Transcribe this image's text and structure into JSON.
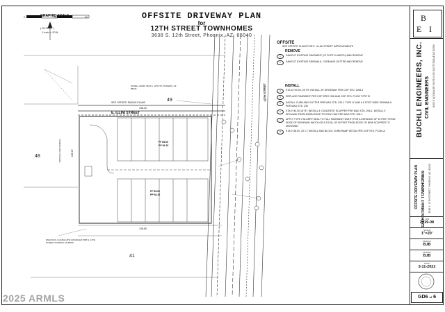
{
  "title": {
    "main": "OFFSITE DRIVEWAY PLAN",
    "for": "for",
    "project": "12TH STREET TOWNHOMES",
    "address": "3638 S. 12th Street, Phoenix, AZ, 85040"
  },
  "scale_bar": {
    "label": "GRAPHIC SCALE",
    "ticks": [
      "0",
      "10",
      "20",
      "40",
      "60"
    ],
    "units": "( IN FEET )",
    "ratio": "1 inch = 20 ft."
  },
  "plan": {
    "street_name": "E. ILLINI STREET",
    "lot_north": "49",
    "lot_west": "48",
    "lot_south": "41",
    "ff_a": "FF 85.00",
    "ff_a2": "PP 84.32",
    "ff_b": "FF 85.00",
    "ff_b2": "PP 84.32",
    "dim_north": "138.40'",
    "dim_south": "138.95'",
    "dim_west": "185.15'",
    "offsite_label": "SEE OFFSITE PAVING PLANS",
    "twelfth_label": "12TH STREET",
    "owner_north": "ROSELL MARK 3634 S. 12TH ST, PHOENIX, AZ 85040",
    "owner_south": "ENGOVAS, GUADALUPE GONZALEZ 3656 S. 12TH STREET PHOENIX AZ 85040",
    "owner_west": "WASTED LAND PARCEL"
  },
  "notes": {
    "heading": "OFFSITE",
    "intro": "SEE OFFSITE PLANS FOR E. ILLINI STREET IMPROVEMENTS",
    "remove_heading": "REMOVE",
    "remove_items": [
      {
        "num": "1",
        "text": "SAWCUT EXISTING PAVEMENT (12 FOOT IN WIDTH) AND REMOVE"
      },
      {
        "num": "2",
        "text": "SAWCUT EXISTING SIDEWALK, CURB AND GUTTER AND REMOVE"
      }
    ],
    "install_heading": "INSTALL",
    "install_items": [
      {
        "num": "3",
        "text": "STA 11+00.00, 25' RT, INSTALL 25' DRIVEWAY PER COP STD. 1255-1"
      },
      {
        "num": "4",
        "text": "REPLACE PAVEMENT PER COP SPEC 336 AND COP STD. P1200 TYPE 'B'"
      },
      {
        "num": "5",
        "text": "INSTALL CURB AND GUTTER PER MAG STD. 220-1 TYPE 'A' AND 6.5 FOOT WIDE SIDEWALK PER MAG STD. 230"
      },
      {
        "num": "6",
        "text": "STA 0+40.00 18' RT, INSTALL 4' CONCRETE SCUPPER PER MAG STD. 206-1. INSTALL 4' SPILLWAY FROM BASIN EDGE TO ROW LINE PER MAG STD. 206-1"
      },
      {
        "num": "7",
        "text": "APPLY TYPE II SLURRY SEAL TO FULL PAVEMENT WIDTH FOR A DISTANCE OF 10 FEET FROM EDGE OF DRIVEWAY WIDTH OR A TOTAL OF 50 FEET FROM EDGE OF NEW SCUPPER TO DRIVEWAY"
      },
      {
        "num": "8",
        "text": "STA 0+28.00, 25' LT, INSTALL AND BLOCK CURB RAMP DETAIL PER COP STD. P1235-A"
      }
    ]
  },
  "title_block": {
    "logo_b": "B",
    "logo_e": "E",
    "logo_i": "I",
    "firm": "BUCHLI ENGINEERS, INC.",
    "firm_sub": "CIVIL ENGINEERS",
    "firm_addr": "8400 E ACOMA DR SUITE #100 SCOTTSDALE AZ 85260",
    "sheet_title": "OFFSITE DRIVEWAY PLAN",
    "project": "12TH STREET TOWNHOMES",
    "project_addr": "3638 S. 12TH STREET, PHOENIX, AZ, 85040",
    "job_label": "JOB",
    "job": "2019-08",
    "scale_label": "SCALE",
    "scale": "1\"=20'",
    "design_label": "DESIGN",
    "design": "BJB",
    "drawn_label": "DRAWN",
    "drawn": "BJB",
    "date_label": "DATE",
    "date": "3-11-2022",
    "sheet_no": "GD6",
    "sheet_of": "6"
  },
  "watermark": "2025 ARMLS"
}
